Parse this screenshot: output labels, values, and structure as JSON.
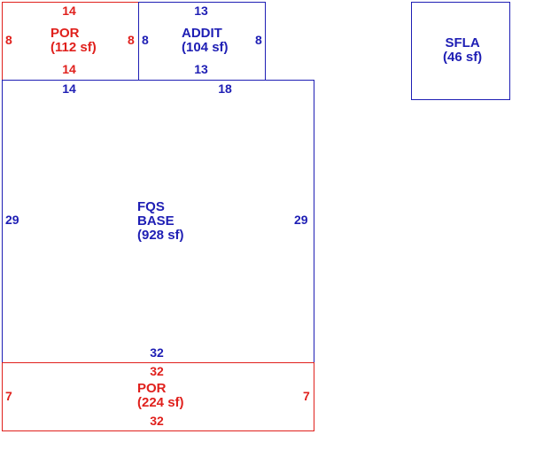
{
  "areas": {
    "por_top": {
      "name": "POR",
      "area": "(112 sf)",
      "top": "14",
      "bottom": "14",
      "left": "8",
      "right": "8",
      "color": "#e0201c"
    },
    "addit": {
      "name": "ADDIT",
      "area": "(104 sf)",
      "top": "13",
      "bottom": "13",
      "left": "8",
      "right": "8",
      "color": "#1e1eb4"
    },
    "sfla": {
      "name": "SFLA",
      "area": "(46 sf)",
      "color": "#1e1eb4"
    },
    "base": {
      "name_line1": "FQS",
      "name_line2": "BASE",
      "area": "(928 sf)",
      "top_left": "14",
      "top_right": "18",
      "bottom": "32",
      "left": "29",
      "right": "29",
      "color": "#1e1eb4"
    },
    "por_bottom": {
      "name": "POR",
      "area": "(224 sf)",
      "top": "32",
      "bottom": "32",
      "left": "7",
      "right": "7",
      "color": "#e0201c"
    }
  }
}
